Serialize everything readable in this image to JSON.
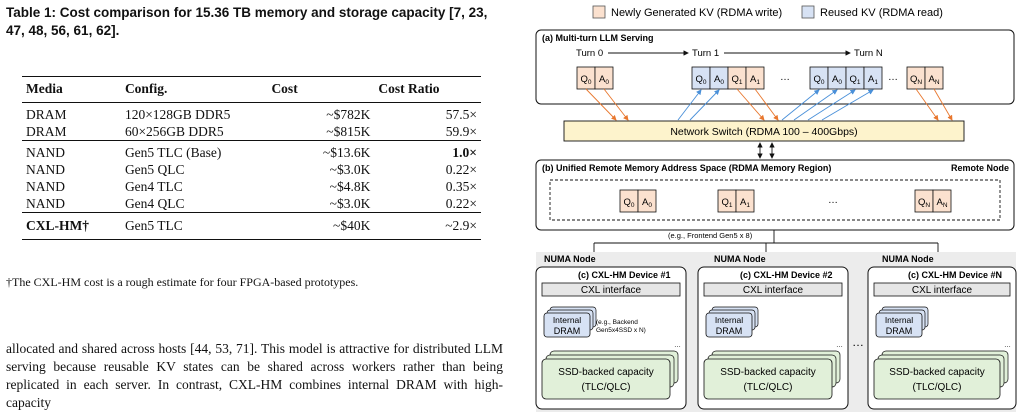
{
  "caption": "Table 1: Cost comparison for 15.36 TB memory and storage capacity [7, 23, 47, 48, 56, 61, 62].",
  "table": {
    "headers": [
      "Media",
      "Config.",
      "Cost",
      "Cost Ratio"
    ],
    "rows": [
      [
        "DRAM",
        "120×128GB DDR5",
        "~$782K",
        "57.5×"
      ],
      [
        "DRAM",
        "60×256GB DDR5",
        "~$815K",
        "59.9×"
      ],
      [
        "NAND",
        "Gen5 TLC (Base)",
        "~$13.6K",
        "1.0×"
      ],
      [
        "NAND",
        "Gen5 QLC",
        "~$3.0K",
        "0.22×"
      ],
      [
        "NAND",
        "Gen4 TLC",
        "~$4.8K",
        "0.35×"
      ],
      [
        "NAND",
        "Gen4 QLC",
        "~$3.0K",
        "0.22×"
      ],
      [
        "CXL-HM†",
        "Gen5 TLC",
        "~$40K",
        "~2.9×"
      ]
    ]
  },
  "footnote": "†The CXL-HM cost is a rough estimate for four FPGA-based prototypes.",
  "body_text": "allocated and shared across hosts [44, 53, 71]. This model is attractive for distributed LLM serving because reusable KV states can be shared across workers rather than being replicated in each server. In contrast, CXL-HM combines internal DRAM with high-capacity",
  "figure": {
    "legend_new": "Newly Generated KV (RDMA write)",
    "legend_reused": "Reused KV (RDMA read)",
    "panel_a_title": "(a) Multi-turn LLM Serving",
    "turn0": "Turn 0",
    "turn1": "Turn 1",
    "turnN": "Turn N",
    "switch_label": "Network Switch (RDMA 100 – 400Gbps)",
    "panel_b_title": "(b) Unified Remote Memory Address Space (RDMA Memory Region)",
    "remote_node": "Remote Node",
    "frontend_note": "(e.g., Frontend Gen5 x 8)",
    "numa_node": "NUMA Node",
    "device1": "(c) CXL-HM Device #1",
    "device2": "(c) CXL-HM Device #2",
    "deviceN": "(c) CXL-HM Device #N",
    "cxl_interface": "CXL interface",
    "internal": "Internal",
    "dram": "DRAM",
    "backend_note1": "(e.g., Backend",
    "backend_note2": "Gen5x4SSD x N)",
    "ssd1": "SSD-backed capacity",
    "ssd2": "(TLC/QLC)",
    "ellipsis": "…",
    "colors": {
      "new_kv": "#fbe1cf",
      "reused_kv": "#d7e2f4",
      "switch": "#fdf3cc",
      "ssd": "#e1f0d9"
    }
  }
}
